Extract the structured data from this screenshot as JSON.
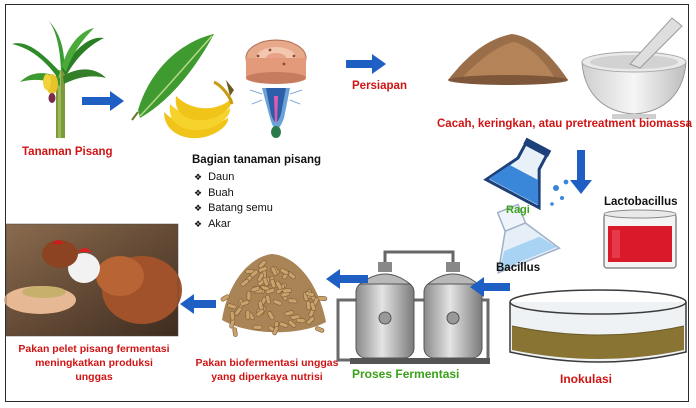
{
  "labels": {
    "banana_plant": "Tanaman Pisang",
    "parts_title": "Bagian tanaman pisang",
    "preparation": "Persiapan",
    "processing": "Cacah, keringkan, atau pretreatment biomassa",
    "yeast": "Ragi",
    "lactobacillus": "Lactobacillus",
    "bacillus": "Bacillus",
    "inoculation": "Inokulasi",
    "fermentation": "Proses Fermentasi",
    "feed_line1": "Pakan biofermentasi unggas",
    "feed_line2": "yang diperkaya nutrisi",
    "result_line1": "Pakan pelet pisang fermentasi",
    "result_line2": "meningkatkan produksi",
    "result_line3": "unggas"
  },
  "parts": [
    "Daun",
    "Buah",
    "Batang semu",
    "Akar"
  ],
  "colors": {
    "label_red": "#d01414",
    "label_green": "#3aa11a",
    "arrow_blue": "#1f5fc4",
    "frame": "#2b2b2b"
  },
  "icons": [
    "banana-plant-icon",
    "banana-leaf-icon",
    "banana-bunch-icon",
    "stem-cross-section-icon",
    "root-icon",
    "powder-pile-icon",
    "mortar-pestle-icon",
    "yeast-flask-icon",
    "bacillus-flask-icon",
    "lactobacillus-beaker-icon",
    "inoculation-tray-icon",
    "fermenter-icon",
    "feed-pellets-icon",
    "chickens-photo-icon"
  ]
}
